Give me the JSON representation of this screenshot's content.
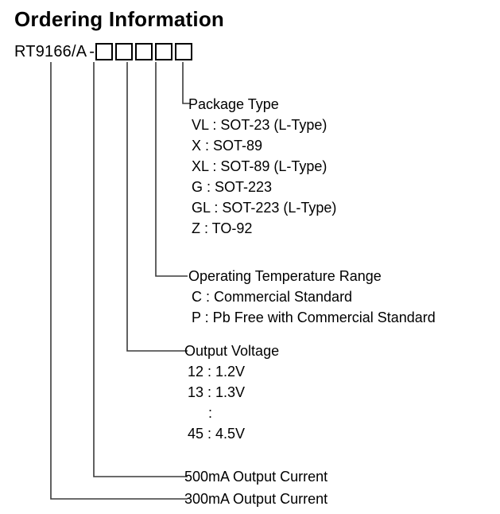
{
  "title": "Ordering Information",
  "part": {
    "number": "RT9166/A",
    "dash": "-",
    "box_count": 5
  },
  "sections": {
    "package_type": {
      "heading": "Package Type",
      "options": [
        "VL : SOT-23 (L-Type)",
        "X : SOT-89",
        "XL : SOT-89 (L-Type)",
        "G : SOT-223",
        "GL : SOT-223 (L-Type)",
        "Z : TO-92"
      ]
    },
    "operating_temperature_range": {
      "heading": "Operating Temperature Range",
      "options": [
        "C : Commercial Standard",
        "P : Pb Free with Commercial Standard"
      ]
    },
    "output_voltage": {
      "heading": "Output Voltage",
      "options": [
        "12 : 1.2V",
        "13 : 1.3V",
        ":",
        "45 : 4.5V"
      ]
    },
    "output_current_500": {
      "heading": "500mA Output Current"
    },
    "output_current_300": {
      "heading": "300mA Output Current"
    }
  },
  "colors": {
    "ink": "#000000",
    "leader": "#3a3a3a",
    "background": "#ffffff"
  }
}
